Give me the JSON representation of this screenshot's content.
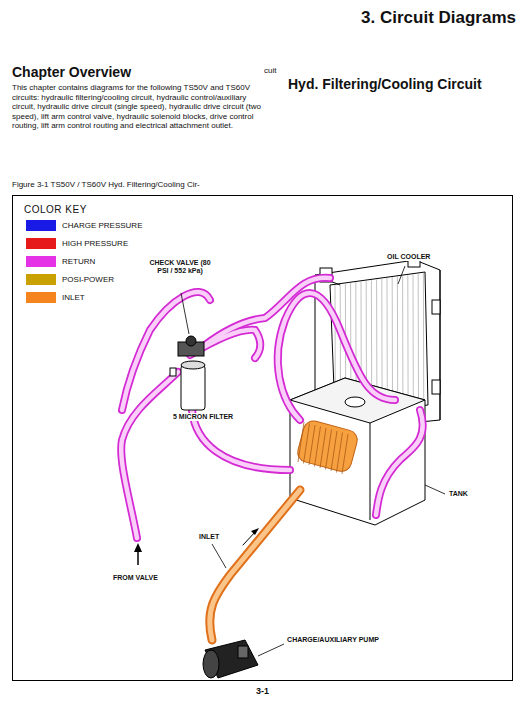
{
  "diagram": {
    "title": "3. Circuit Diagrams",
    "caption": "Figure 3-1 TS50V / TS60V Hyd. Filtering/Cooling Cir-",
    "labels": [
      "Chapter Overview",
      "This chapter contains diagrams for the following TS50V and TS60V circuits: hydraulic filtering/cooling circuit, hydraulic control/auxiliary circuit, hydraulic drive circuit (single speed), hydraulic drive circuit (two speed), lift arm control valve, hydraulic solenoid blocks, drive control routing, lift arm control routing and electrical attachment outlet.",
      "cuit",
      "Hyd. Filtering/Cooling Circuit",
      "COLOR KEY",
      "CHECK VALVE (80 PSI / 552 kPa)",
      "OIL COOLER",
      "5 MICRON FILTER",
      "TANK",
      "INLET",
      "FROM VALVE",
      "CHARGE/AUXILIARY PUMP",
      "3-1"
    ],
    "legend": [
      {
        "text": "CHARGE PRESSURE",
        "color": "#1a1ae6"
      },
      {
        "text": "HIGH PRESSURE",
        "color": "#e61a1a"
      },
      {
        "text": "RETURN",
        "color": "#e632e6"
      },
      {
        "text": "POSI-POWER",
        "color": "#c9a100"
      },
      {
        "text": "INLET",
        "color": "#f5841f"
      }
    ]
  }
}
